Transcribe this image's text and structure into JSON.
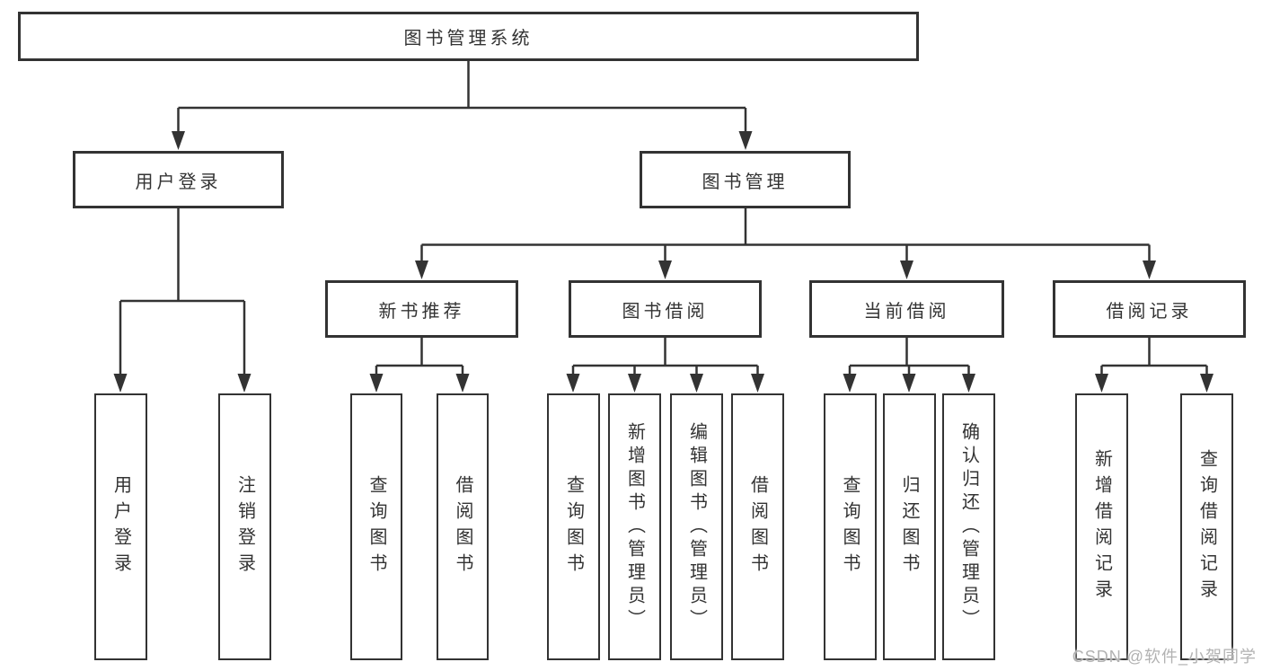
{
  "colors": {
    "background": "#ffffff",
    "line": "#333333",
    "box_border": "#333333",
    "text": "#333333",
    "watermark_text": "#b2b2b2"
  },
  "diagram": {
    "root": {
      "label": "图书管理系统"
    },
    "level1": [
      {
        "label": "用户登录"
      },
      {
        "label": "图书管理"
      }
    ],
    "level2": [
      {
        "label": "新书推荐"
      },
      {
        "label": "图书借阅"
      },
      {
        "label": "当前借阅"
      },
      {
        "label": "借阅记录"
      }
    ],
    "leaf_groups": [
      {
        "parent": "用户登录",
        "items": [
          {
            "label": "用户登录"
          },
          {
            "label": "注销登录"
          }
        ]
      },
      {
        "parent": "新书推荐",
        "items": [
          {
            "label": "查询图书"
          },
          {
            "label": "借阅图书"
          }
        ]
      },
      {
        "parent": "图书借阅",
        "items": [
          {
            "label": "查询图书"
          },
          {
            "label": "新增图书（管理员）"
          },
          {
            "label": "编辑图书（管理员）"
          },
          {
            "label": "借阅图书"
          }
        ]
      },
      {
        "parent": "当前借阅",
        "items": [
          {
            "label": "查询图书"
          },
          {
            "label": "归还图书"
          },
          {
            "label": "确认归还（管理员）"
          }
        ]
      },
      {
        "parent": "借阅记录",
        "items": [
          {
            "label": "新增借阅记录"
          },
          {
            "label": "查询借阅记录"
          }
        ]
      }
    ]
  },
  "watermark": {
    "text": "CSDN @软件_小贺同学"
  }
}
